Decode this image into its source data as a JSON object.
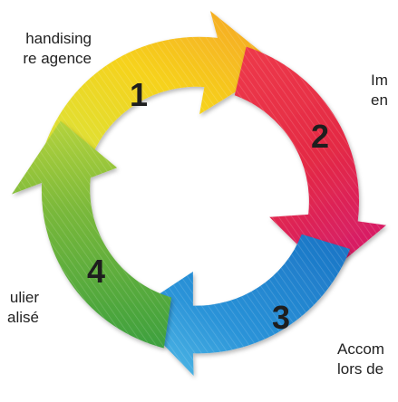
{
  "diagram": {
    "steps": [
      {
        "number": "1",
        "text_lines": [
          "handising",
          "re agence"
        ],
        "color": "#f2d21b"
      },
      {
        "number": "2",
        "text_lines": [
          "Im",
          "en"
        ],
        "color": "#e8324a"
      },
      {
        "number": "3",
        "text_lines": [
          "Accom",
          "lors de"
        ],
        "color": "#1f86d0"
      },
      {
        "number": "4",
        "text_lines": [
          "ulier",
          "alisé"
        ],
        "color": "#7fb83a"
      }
    ]
  }
}
